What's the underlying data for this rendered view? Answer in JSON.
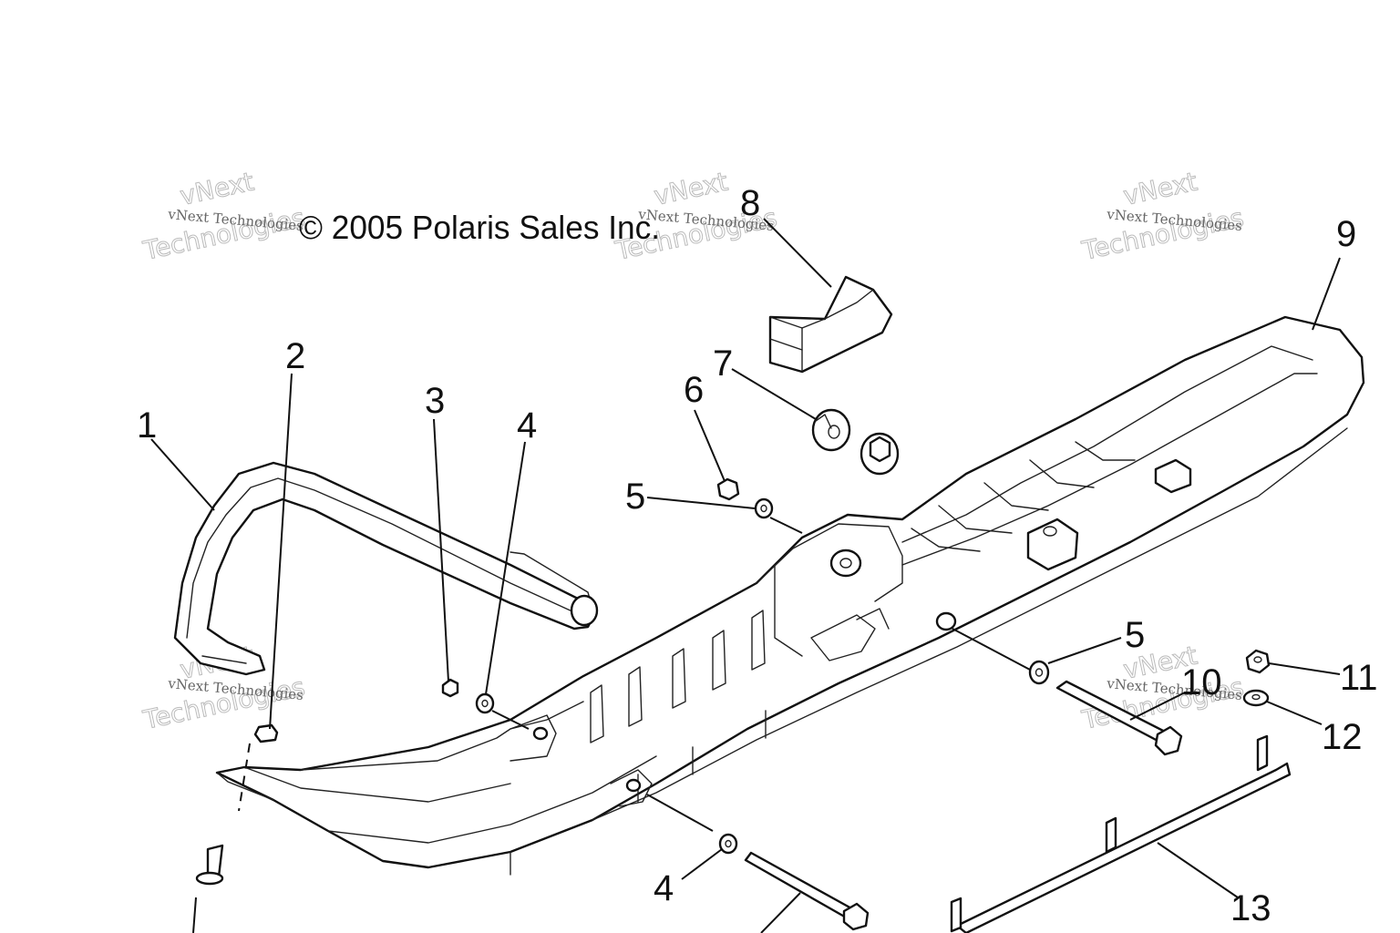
{
  "copyright": "© 2005 Polaris Sales Inc.",
  "watermark": {
    "line1": "vNext Technologies",
    "line2": "vNext",
    "line3": "Technologies"
  },
  "callouts": [
    {
      "id": "1",
      "label": "1"
    },
    {
      "id": "2",
      "label": "2"
    },
    {
      "id": "3",
      "label": "3"
    },
    {
      "id": "4a",
      "label": "4"
    },
    {
      "id": "4b",
      "label": "4"
    },
    {
      "id": "5a",
      "label": "5"
    },
    {
      "id": "5b",
      "label": "5"
    },
    {
      "id": "6",
      "label": "6"
    },
    {
      "id": "7",
      "label": "7"
    },
    {
      "id": "8",
      "label": "8"
    },
    {
      "id": "9",
      "label": "9"
    },
    {
      "id": "10",
      "label": "10"
    },
    {
      "id": "11",
      "label": "11"
    },
    {
      "id": "12",
      "label": "12"
    },
    {
      "id": "13",
      "label": "13"
    }
  ]
}
